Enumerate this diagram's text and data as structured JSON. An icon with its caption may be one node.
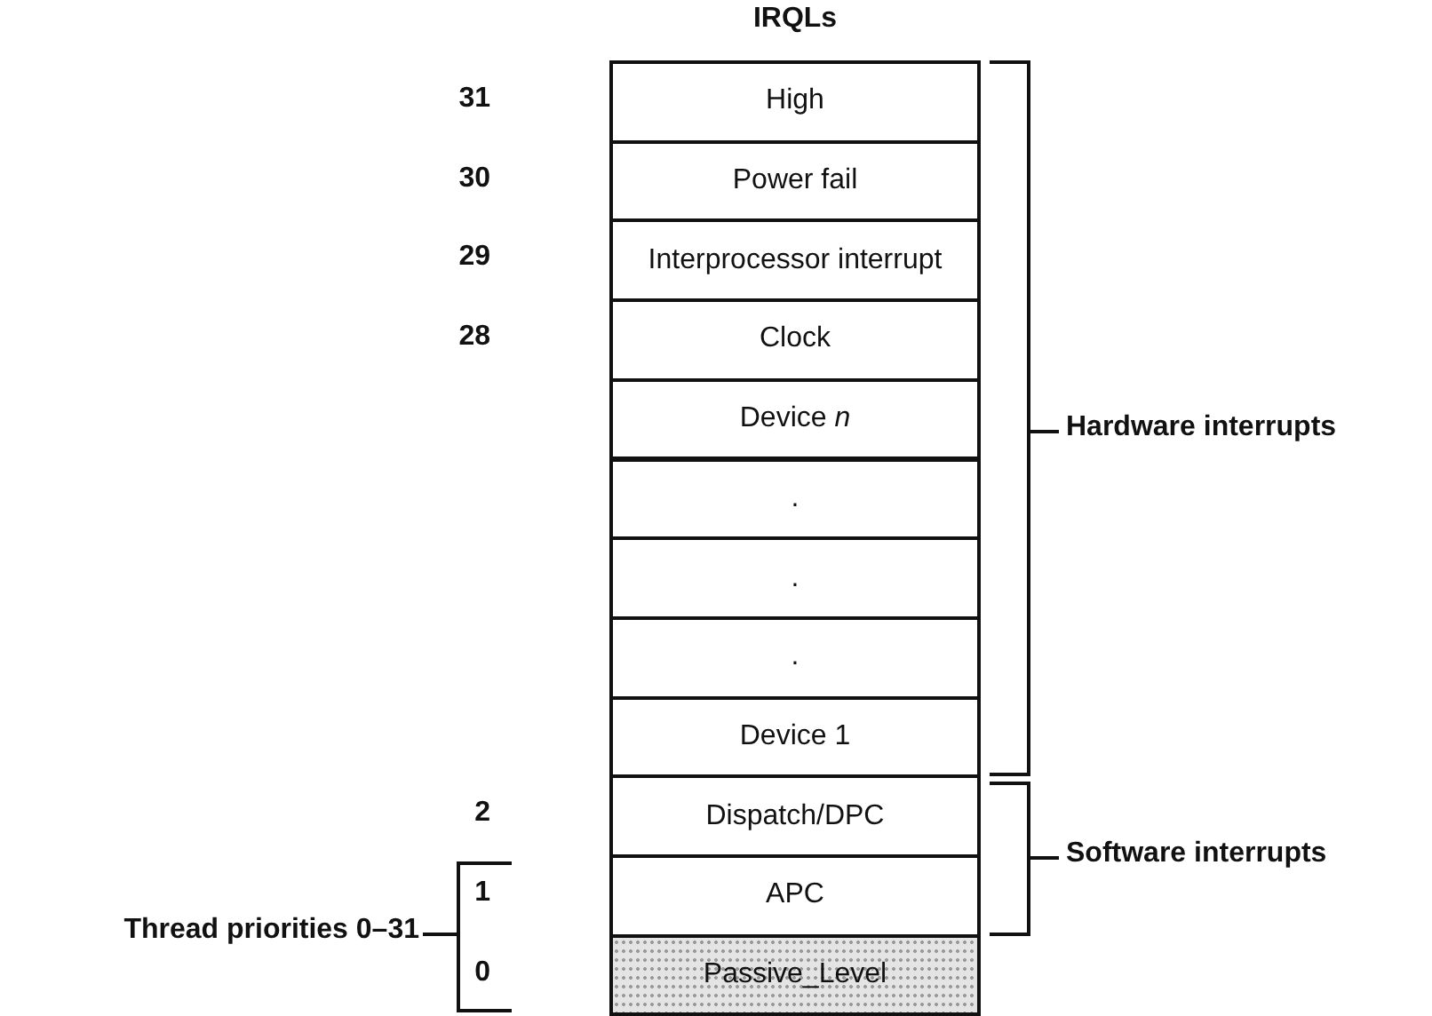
{
  "diagram": {
    "title": "IRQLs",
    "nodes": [
      {
        "text": [
          "High"
        ]
      },
      {
        "text": [
          "Power fail"
        ]
      },
      {
        "text": [
          "Interprocessor interrupt"
        ]
      },
      {
        "text": [
          "Clock"
        ]
      },
      {
        "text": [
          "Device *n*"
        ]
      },
      {
        "text": [
          "."
        ]
      },
      {
        "text": [
          "."
        ]
      },
      {
        "text": [
          "."
        ]
      },
      {
        "text": [
          "Device 1"
        ]
      },
      {
        "text": [
          "Dispatch/DPC"
        ]
      },
      {
        "text": [
          "APC"
        ]
      },
      {
        "text": [
          "Passive_Level"
        ]
      }
    ],
    "edges": [],
    "labels": [
      "31",
      "30",
      "29",
      "28",
      "2",
      "1",
      "0",
      "Hardware interrupts",
      "Software interrupts",
      "Thread priorities 0–31"
    ]
  }
}
